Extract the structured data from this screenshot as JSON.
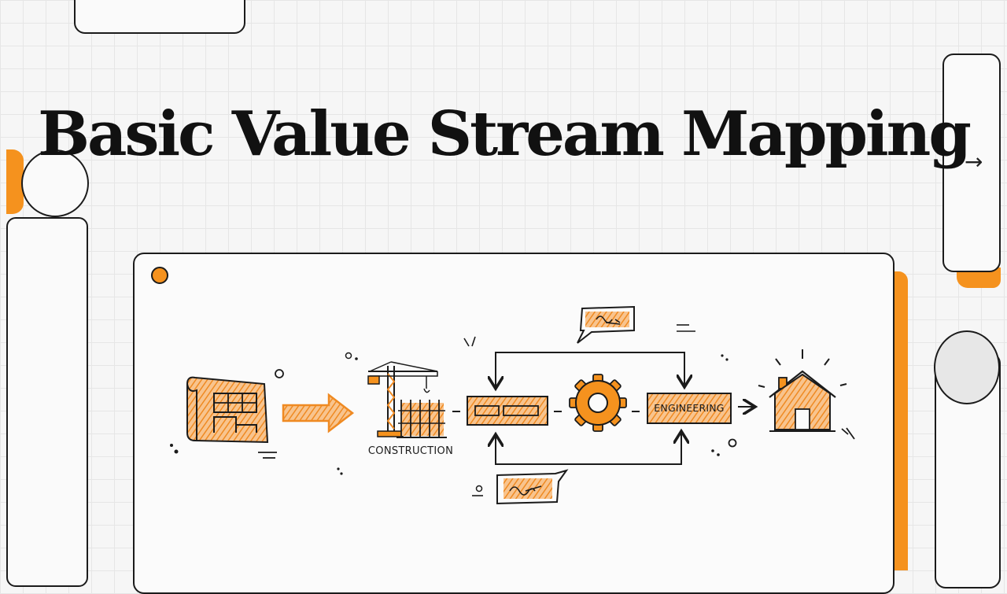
{
  "slide": {
    "title": "Basic Value Stream Mapping",
    "next_arrow": "→"
  },
  "diagram": {
    "construction_label": "CONSTRUCTION",
    "engineering_label": "ENGINEERING",
    "stages": [
      "blueprint-icon",
      "arrow-icon",
      "crane-icon",
      "process-box",
      "gear-icon",
      "engineering-box",
      "house-icon"
    ]
  },
  "colors": {
    "accent": "#f5921e",
    "ink": "#1b1b1b",
    "fill_light": "#f7c89a",
    "background": "#f6f6f6"
  }
}
